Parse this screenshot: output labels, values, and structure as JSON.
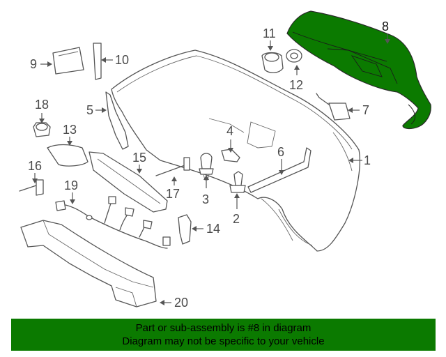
{
  "callouts": [
    {
      "id": "1",
      "label": "1"
    },
    {
      "id": "2",
      "label": "2"
    },
    {
      "id": "3",
      "label": "3"
    },
    {
      "id": "4",
      "label": "4"
    },
    {
      "id": "5",
      "label": "5"
    },
    {
      "id": "6",
      "label": "6"
    },
    {
      "id": "7",
      "label": "7"
    },
    {
      "id": "8",
      "label": "8"
    },
    {
      "id": "9",
      "label": "9"
    },
    {
      "id": "10",
      "label": "10"
    },
    {
      "id": "11",
      "label": "11"
    },
    {
      "id": "12",
      "label": "12"
    },
    {
      "id": "13",
      "label": "13"
    },
    {
      "id": "14",
      "label": "14"
    },
    {
      "id": "15",
      "label": "15"
    },
    {
      "id": "16",
      "label": "16"
    },
    {
      "id": "17",
      "label": "17"
    },
    {
      "id": "18",
      "label": "18"
    },
    {
      "id": "19",
      "label": "19"
    },
    {
      "id": "20",
      "label": "20"
    }
  ],
  "highlight": {
    "part": "8",
    "color": "#0b7a00"
  },
  "banner": {
    "line1": "Part or sub-assembly is #8 in diagram",
    "line2": "Diagram may not be specific to your vehicle",
    "color": "#0b7a00"
  }
}
